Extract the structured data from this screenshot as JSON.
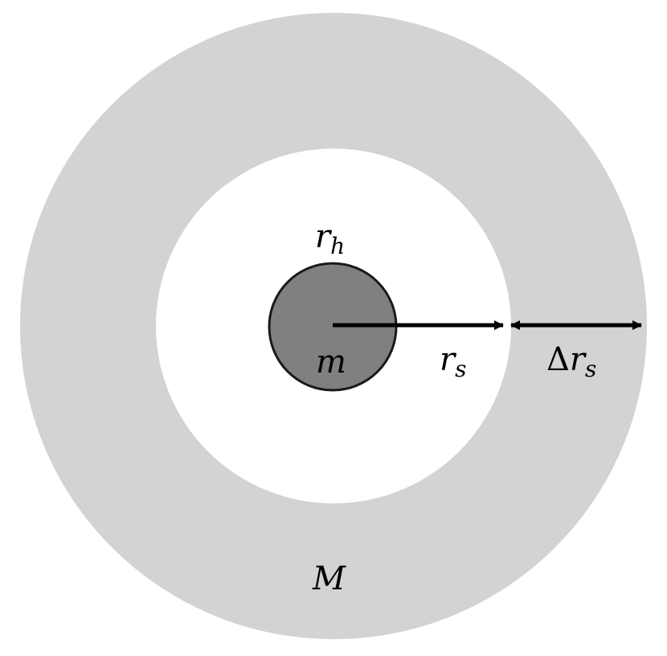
{
  "diagram": {
    "labels": {
      "halo_radius": "r",
      "halo_radius_sub": "h",
      "inner_mass": "m",
      "shell_radius": "r",
      "shell_radius_sub": "s",
      "shell_width_delta": "Δ",
      "shell_width_r": "r",
      "shell_width_sub": "s",
      "shell_mass": "M"
    },
    "colors": {
      "shell_fill": "#d3d2d4",
      "inner_gap_fill": "#ffffff",
      "core_fill": "#808080",
      "core_stroke": "#1a1a1a",
      "arrow_color": "#000000",
      "background": "#ffffff"
    }
  }
}
